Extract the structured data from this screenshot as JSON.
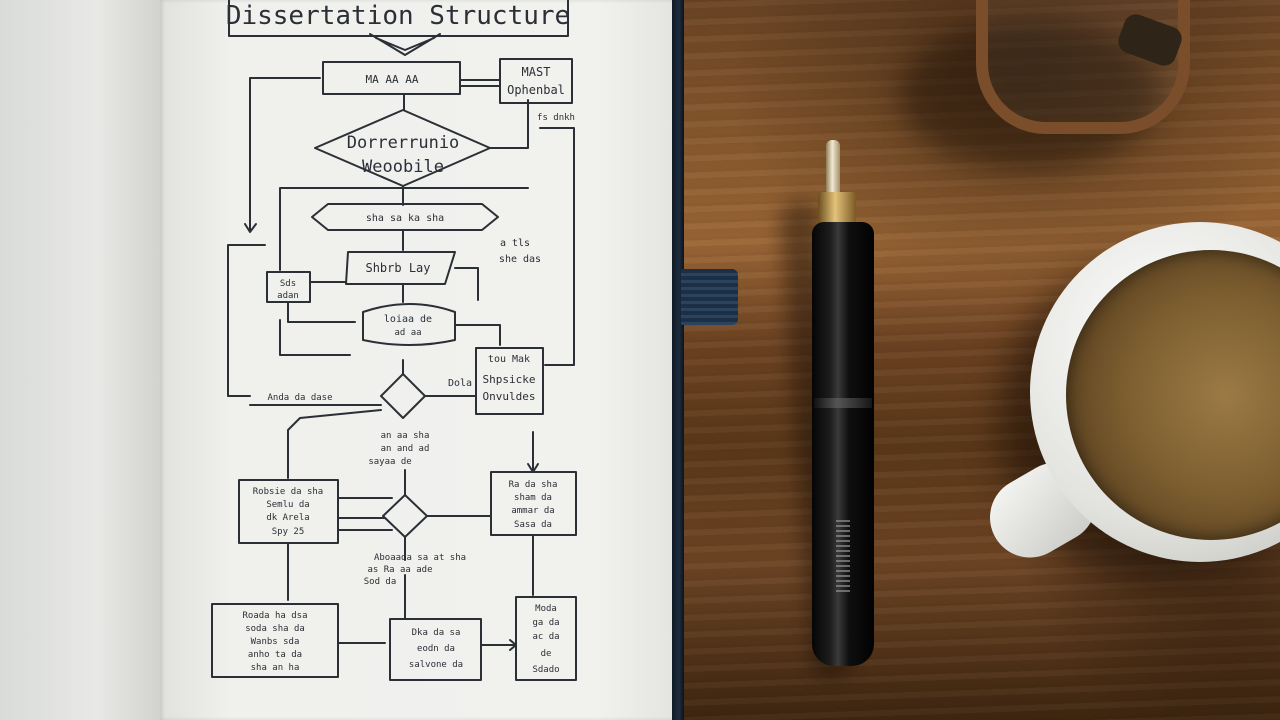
{
  "diagram": {
    "title": "Dissertation Structure",
    "top_box": "MA AA AA",
    "side_box_line1": "MAST",
    "side_box_line2": "Ophenbal",
    "side_label": "fs dnkh",
    "decision_line1": "Dorrerrunio",
    "decision_line2": "Weoobile",
    "hexagon": "sha sa ka sha",
    "parallelogram": "Shbrb Lay",
    "note_a_line1": "a tls",
    "note_a_line2": "she das",
    "small_box_line1": "Sds",
    "small_box_line2": "adan",
    "cylinder_line1": "loiaa de",
    "cylinder_line2": "ad aa",
    "right_box_line1": "Shpsicke",
    "right_box_line2": "Onvuldes",
    "right_box_header": "tou Mak",
    "left_stage_label": "Anda da dase",
    "right_stage_label": "Dola",
    "mid_note_line1": "an aa sha",
    "mid_note_line2": "an and ad",
    "mid_note_line3": "sayaa de",
    "box_left_lines": [
      "Robsie da sha",
      "Semlu da",
      "dk Arela",
      "Spy 25"
    ],
    "box_right_lines": [
      "Ra da sha",
      "sham da",
      "ammar da",
      "Sasa da"
    ],
    "box_bl_lines": [
      "Roada ha dsa",
      "soda sha da",
      "Wanbs sda",
      "anho ta da",
      "sha an ha"
    ],
    "box_bc_lines": [
      "Dka da sa",
      "eodn da",
      "salvone da"
    ],
    "box_br_lines": [
      "Moda",
      "ga da",
      "ac da",
      "de",
      "Sdado"
    ],
    "bottom_note_line1": "Aboaada sa at sha",
    "bottom_note_line2": "as Ra aa ade",
    "bottom_note_line3": "Sod da"
  }
}
